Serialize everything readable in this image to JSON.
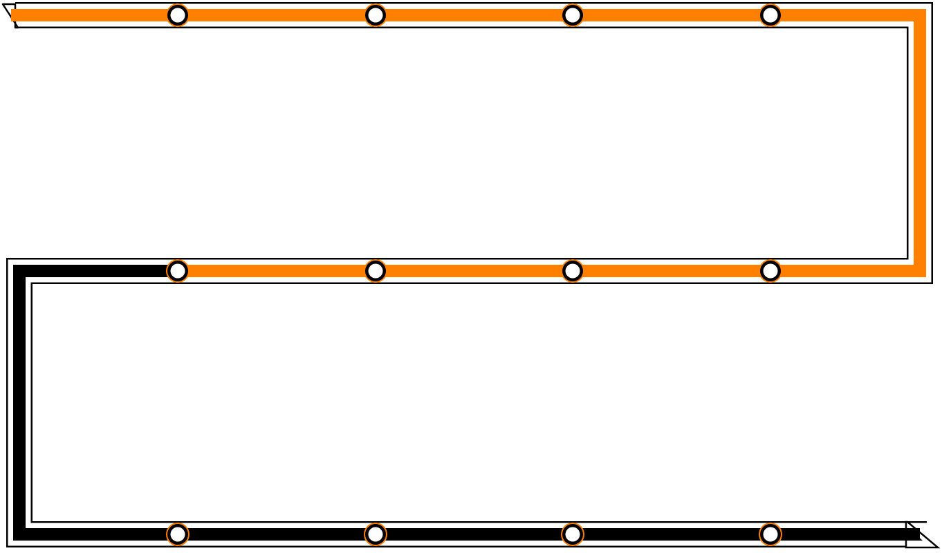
{
  "track": {
    "rows": 3,
    "stations_per_row": 4,
    "total_stations": 12,
    "completed_stations": 8,
    "progress_fraction": 0.667
  },
  "colors": {
    "completed": "#ff8000",
    "pending": "#000000",
    "outline": "#000000",
    "gap": "#ffffff",
    "station_fill": "#ffffff",
    "station_ring": "#000000",
    "station_halo": "#ff8000"
  }
}
